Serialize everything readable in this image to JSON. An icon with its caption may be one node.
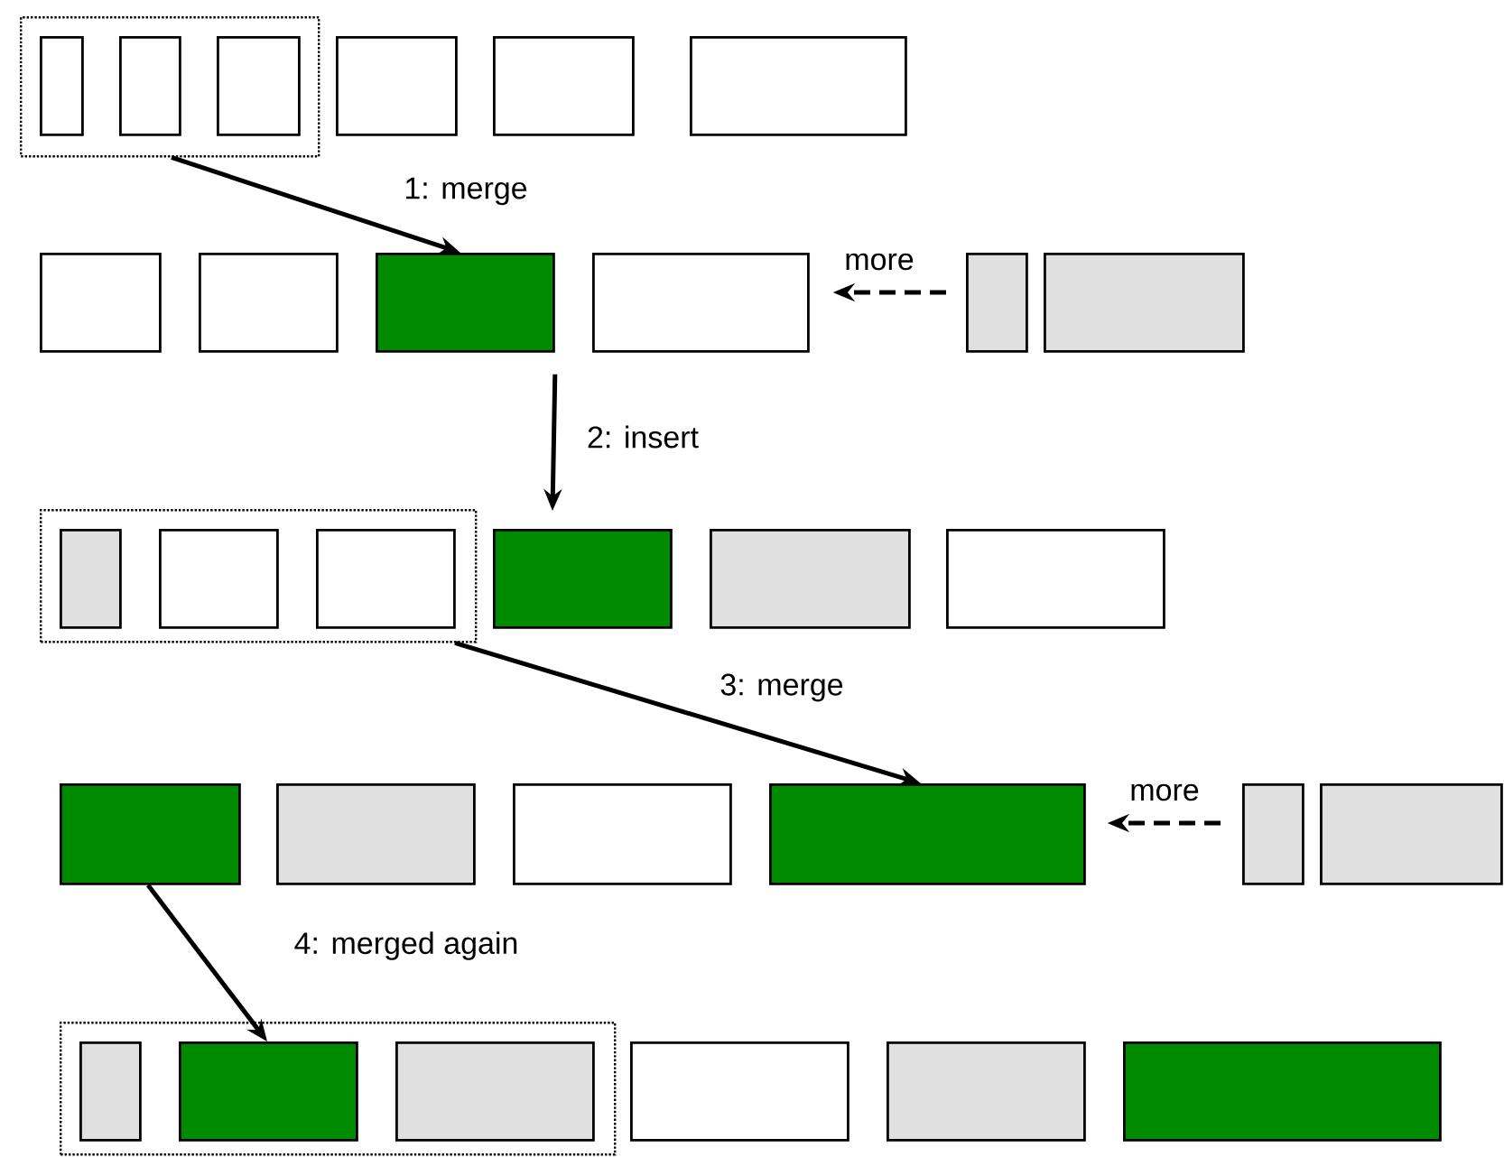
{
  "diagram": {
    "nodes": [
      {
        "text": [],
        "shape": "box"
      },
      {
        "text": [],
        "shape": "box",
        "in": 0
      },
      {
        "text": [],
        "shape": "box",
        "in": 0
      },
      {
        "text": [],
        "shape": "box",
        "in": 0
      },
      {
        "text": [],
        "shape": "box"
      },
      {
        "text": [],
        "shape": "box"
      },
      {
        "text": [],
        "shape": "box"
      },
      {
        "text": [],
        "shape": "box"
      },
      {
        "text": [],
        "shape": "box"
      },
      {
        "text": [],
        "shape": "box"
      },
      {
        "text": [],
        "shape": "box"
      },
      {
        "text": [],
        "shape": "box"
      },
      {
        "text": [],
        "shape": "box"
      },
      {
        "text": [],
        "shape": "box"
      },
      {
        "text": [],
        "shape": "box",
        "in": 13
      },
      {
        "text": [],
        "shape": "box",
        "in": 13
      },
      {
        "text": [],
        "shape": "box",
        "in": 13
      },
      {
        "text": [],
        "shape": "box"
      },
      {
        "text": [],
        "shape": "box"
      },
      {
        "text": [],
        "shape": "box"
      },
      {
        "text": [],
        "shape": "box"
      },
      {
        "text": [],
        "shape": "box"
      },
      {
        "text": [],
        "shape": "box"
      },
      {
        "text": [],
        "shape": "box"
      },
      {
        "text": [],
        "shape": "box"
      },
      {
        "text": [],
        "shape": "box"
      },
      {
        "text": [],
        "shape": "box"
      },
      {
        "text": [],
        "shape": "box",
        "in": 26
      },
      {
        "text": [],
        "shape": "box",
        "in": 26
      },
      {
        "text": [],
        "shape": "box",
        "in": 26
      },
      {
        "text": [],
        "shape": "box"
      },
      {
        "text": [],
        "shape": "box"
      },
      {
        "text": [],
        "shape": "box"
      }
    ],
    "edges": [
      {
        "from": 0,
        "to": 9,
        "arrow": "to",
        "label": "1: merge"
      },
      {
        "from": 9,
        "to": 17,
        "arrow": "to",
        "label": "2: insert"
      },
      {
        "from": 11,
        "to": 10,
        "arrow": "to",
        "label": "more",
        "style": "dashed"
      },
      {
        "from": 13,
        "to": 23,
        "arrow": "to",
        "label": "3: merge"
      },
      {
        "from": 24,
        "to": 23,
        "arrow": "to",
        "label": "more",
        "style": "dashed"
      },
      {
        "from": 20,
        "to": 28,
        "arrow": "to",
        "label": "4: merged again"
      }
    ]
  }
}
